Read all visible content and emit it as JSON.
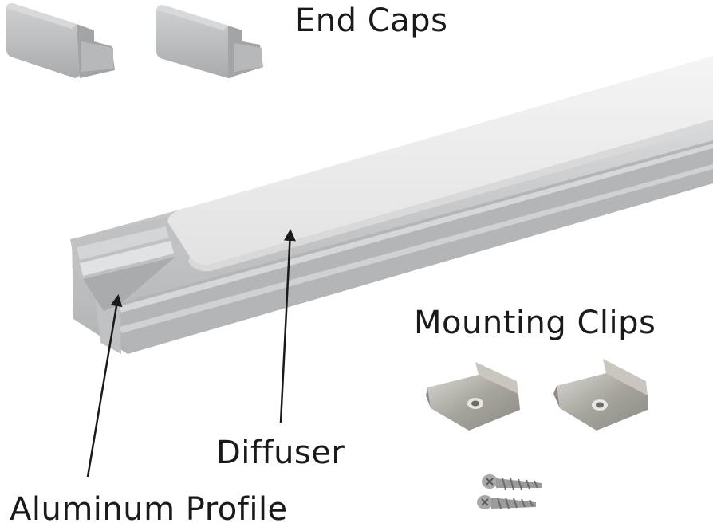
{
  "labels": {
    "end_caps": "End Caps",
    "mounting_clips": "Mounting Clips",
    "diffuser": "Diffuser",
    "aluminum_profile": "Aluminum Profile"
  },
  "colors": {
    "background": "#ffffff",
    "aluminum": "#c9cbcd",
    "diffuser": "#ececec",
    "end_cap": "#b9bbbd",
    "clip_metal": "#a8a59f",
    "arrow": "#1a1a1a",
    "text": "#1a1a1a"
  }
}
